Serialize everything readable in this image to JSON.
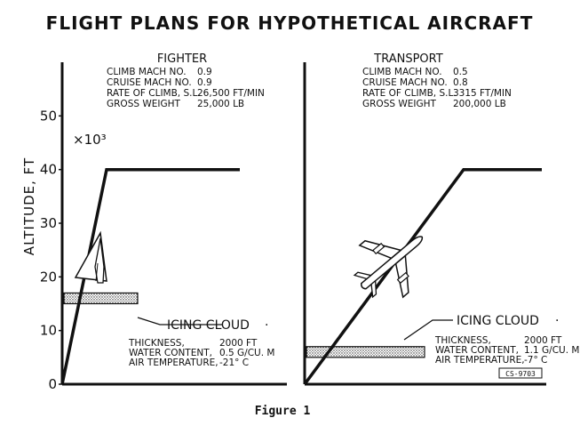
{
  "figure": {
    "title": "FLIGHT PLANS FOR HYPOTHETICAL AIRCRAFT",
    "caption": "Figure 1",
    "code": "CS-9703"
  },
  "chart_data": {
    "type": "line",
    "ylabel": "ALTITUDE, FT",
    "y_exponent_label": "×10³",
    "ylim": [
      0,
      60
    ],
    "yticks": [
      0,
      10,
      20,
      30,
      40,
      50
    ],
    "grid": false,
    "panels": [
      {
        "title": "FIGHTER",
        "specs": [
          {
            "label": "CLIMB MACH NO.",
            "value": "0.9"
          },
          {
            "label": "CRUISE MACH NO.",
            "value": "0.9"
          },
          {
            "label": "RATE OF CLIMB, S.L.",
            "value": "26,500 FT/MIN"
          },
          {
            "label": "GROSS WEIGHT",
            "value": "25,000 LB"
          }
        ],
        "flight_path": [
          [
            0,
            0
          ],
          [
            0.25,
            40
          ],
          [
            1.0,
            40
          ]
        ],
        "icing_cloud": {
          "bottom": 15,
          "top": 17
        },
        "cloud_label": "ICING CLOUD",
        "cloud_specs": [
          {
            "label": "THICKNESS,",
            "value": "2000 FT"
          },
          {
            "label": "WATER CONTENT,",
            "value": "0.5 G/CU. M"
          },
          {
            "label": "AIR TEMPERATURE,",
            "value": "-21° C"
          }
        ]
      },
      {
        "title": "TRANSPORT",
        "specs": [
          {
            "label": "CLIMB MACH NO.",
            "value": "0.5"
          },
          {
            "label": "CRUISE MACH NO.",
            "value": "0.8"
          },
          {
            "label": "RATE OF CLIMB, S.L.",
            "value": "3315 FT/MIN"
          },
          {
            "label": "GROSS WEIGHT",
            "value": "200,000 LB"
          }
        ],
        "flight_path": [
          [
            0,
            0
          ],
          [
            0.67,
            40
          ],
          [
            1.0,
            40
          ]
        ],
        "icing_cloud": {
          "bottom": 5,
          "top": 7
        },
        "cloud_label": "ICING CLOUD",
        "cloud_specs": [
          {
            "label": "THICKNESS,",
            "value": "2000 FT"
          },
          {
            "label": "WATER CONTENT,",
            "value": "1.1 G/CU. M"
          },
          {
            "label": "AIR TEMPERATURE,",
            "value": "-7° C"
          }
        ]
      }
    ]
  }
}
